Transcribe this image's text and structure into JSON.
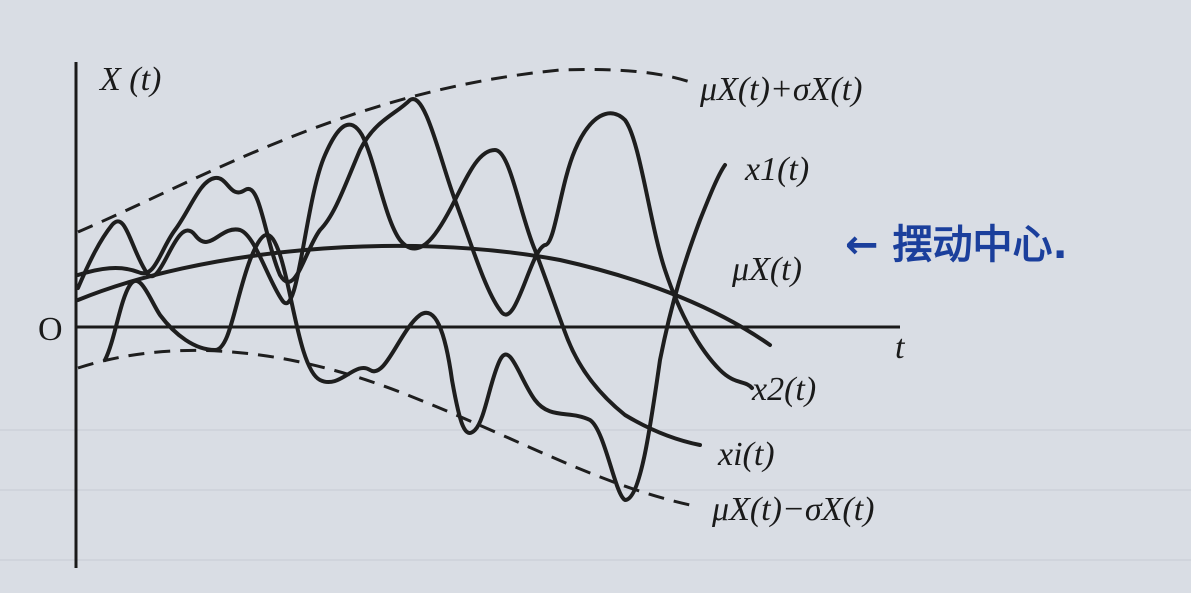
{
  "figure": {
    "y_axis_label": "X (t)",
    "x_axis_label": "t",
    "origin_label": "O",
    "upper_bound_label": "μX(t)+σX(t)",
    "lower_bound_label": "μX(t)−σX(t)",
    "mean_label": "μX(t)",
    "x1_label": "x1(t)",
    "x2_label": "x2(t)",
    "xi_label": "xi(t)",
    "handwritten_note": "← 摆动中心."
  },
  "colors": {
    "ink": "#1e1e1e",
    "paper": "#d9dde4",
    "handwriting": "#1b3f9c"
  }
}
